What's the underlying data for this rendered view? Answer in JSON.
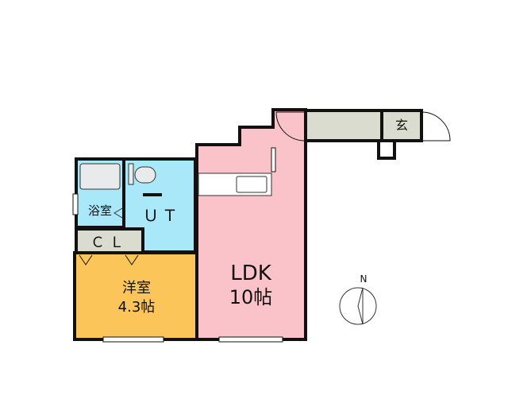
{
  "rooms": {
    "ldk": {
      "name": "LDK",
      "size": "10帖"
    },
    "western": {
      "name": "洋室",
      "size": "4.3帖"
    },
    "ut": {
      "name": "ＵＴ"
    },
    "bath": {
      "name": "浴室"
    },
    "closet": {
      "name": "ＣＬ"
    },
    "entrance": {
      "name": "玄"
    }
  },
  "compass": {
    "label": "N"
  },
  "colors": {
    "ldk": "#f9c3c9",
    "western": "#fbc55a",
    "wet_area": "#a9e8f8",
    "corridor": "#d9dccf",
    "wall": "#111111",
    "fixture": "#e9eaeb"
  }
}
